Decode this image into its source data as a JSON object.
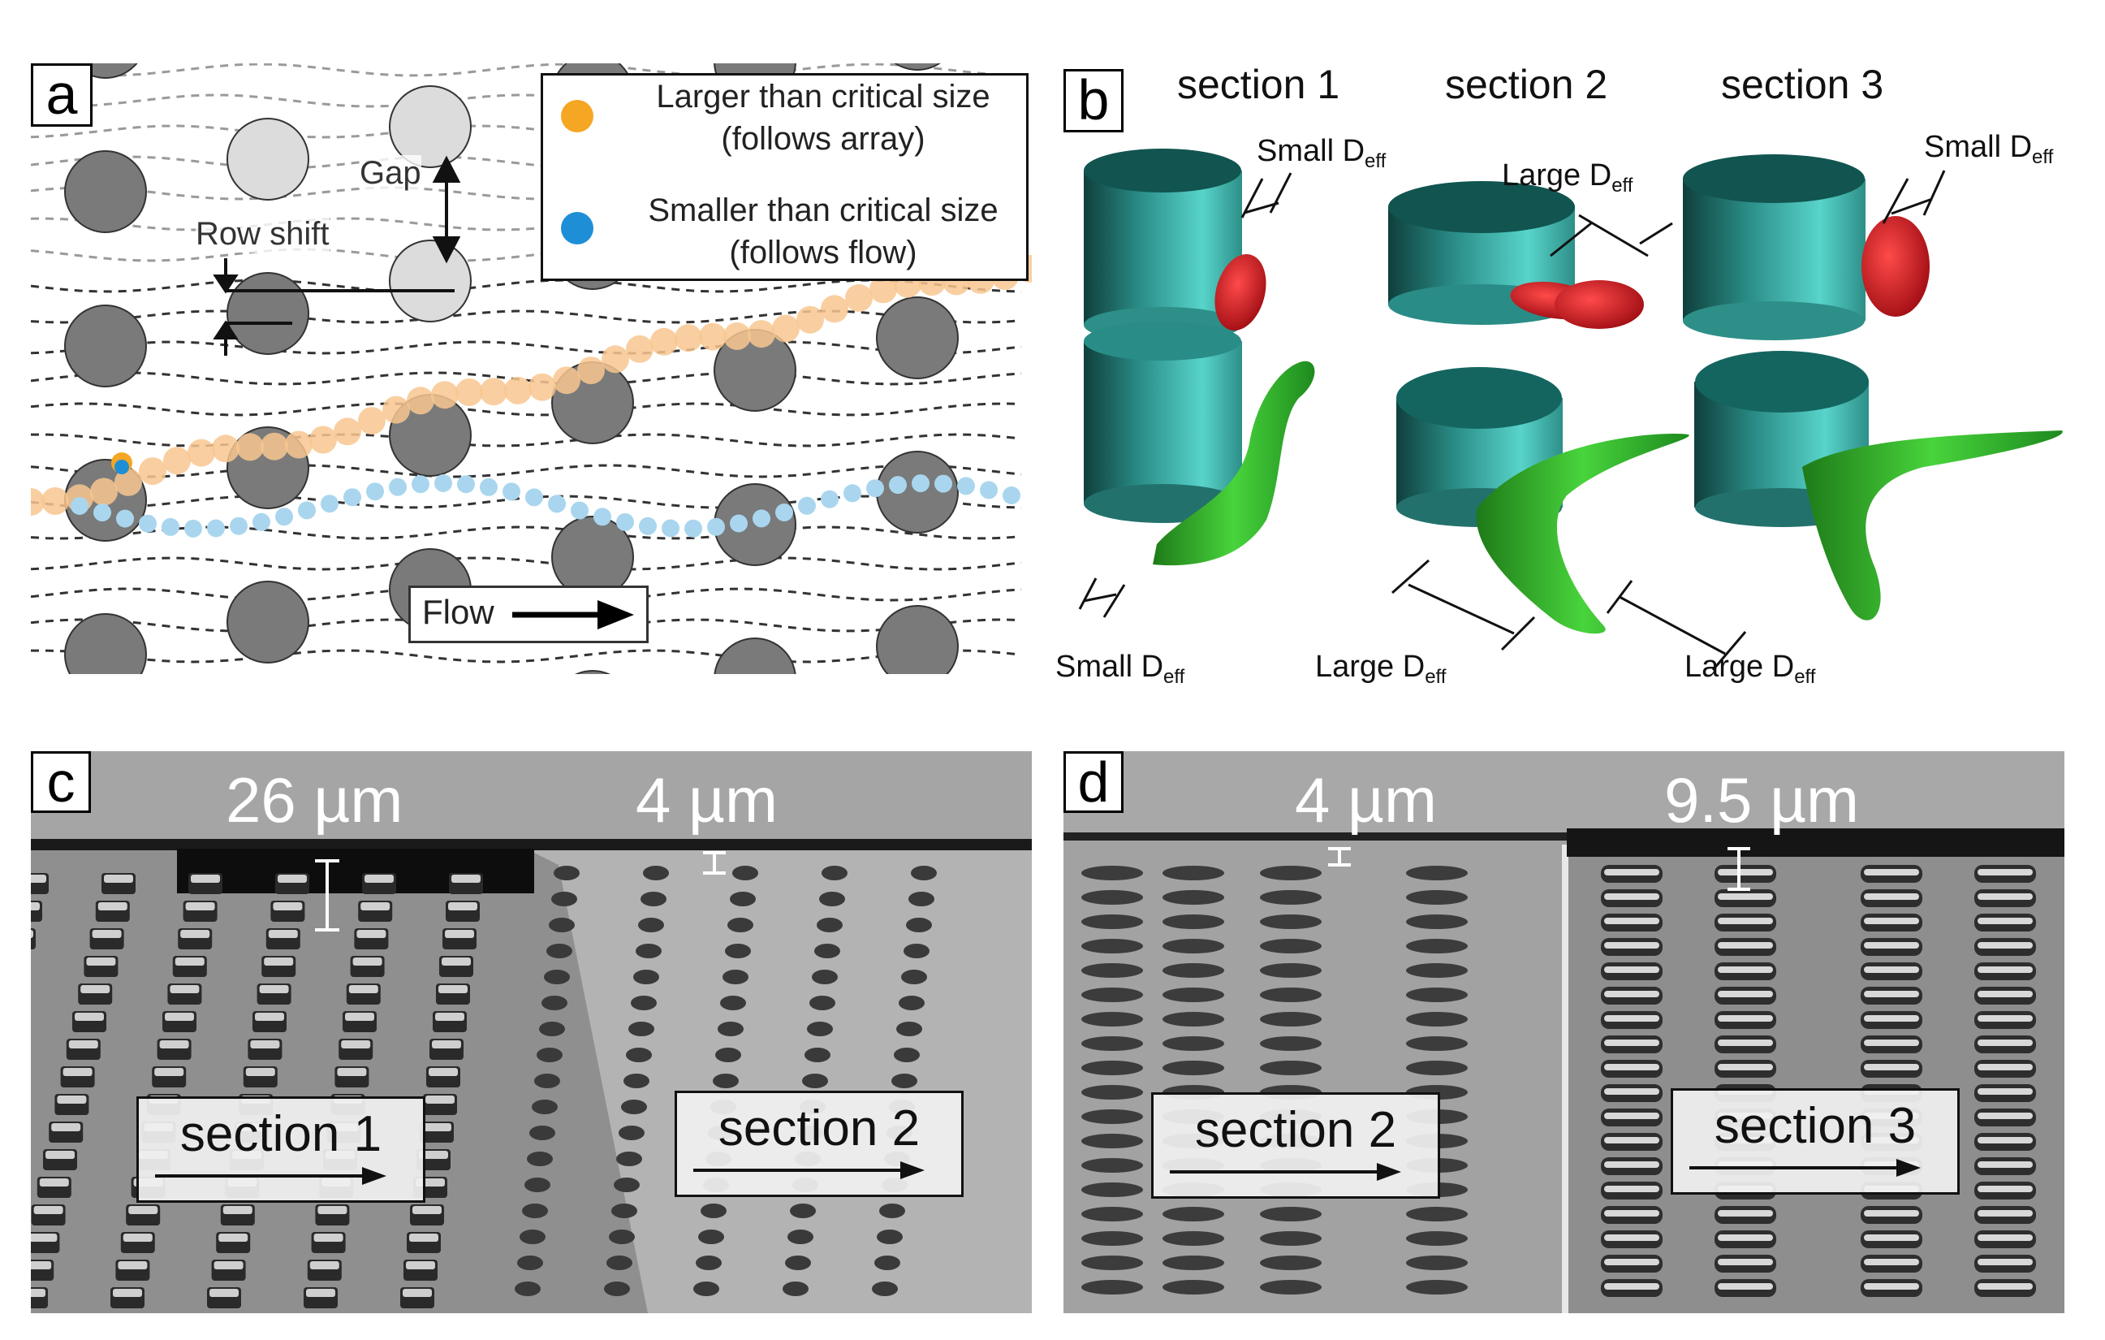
{
  "panel_a": {
    "label": "a",
    "legend": {
      "larger_line1": "Larger than critical size",
      "larger_line2": "(follows array)",
      "smaller_line1": "Smaller than critical size",
      "smaller_line2": "(follows flow)",
      "larger_color": "#f5a623",
      "smaller_color": "#1e8fd6"
    },
    "gap_label": "Gap",
    "row_shift_label": "Row shift",
    "flow_label": "Flow"
  },
  "panel_b": {
    "label": "b",
    "section_1": "section 1",
    "section_2": "section 2",
    "section_3": "section 3",
    "small_deff_top_1": "Small D",
    "large_deff_top_2": "Large D",
    "small_deff_top_3": "Small D",
    "small_deff_bottom_1": "Small D",
    "large_deff_bottom_2": "Large D",
    "large_deff_bottom_3": "Large D",
    "subscript": "eff",
    "pillar_color": "#3fb8b0",
    "rbc_color": "#d8141e",
    "parasite_color": "#3cc43a"
  },
  "panel_c": {
    "label": "c",
    "depth_1": "26 µm",
    "depth_2": "4 µm",
    "box_1": "section 1",
    "box_2": "section 2"
  },
  "panel_d": {
    "label": "d",
    "depth_1": "4 µm",
    "depth_2": "9.5 µm",
    "box_1": "section 2",
    "box_2": "section 3"
  }
}
